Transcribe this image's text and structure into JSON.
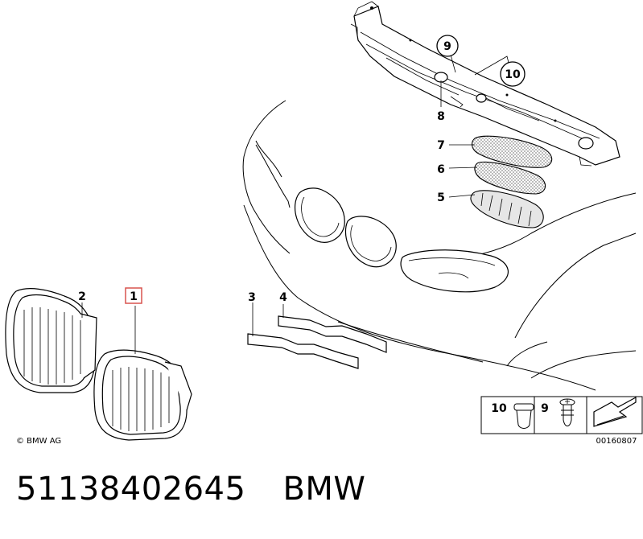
{
  "callouts": {
    "c1": "1",
    "c2": "2",
    "c3": "3",
    "c4": "4",
    "c5": "5",
    "c6": "6",
    "c7": "7",
    "c8": "8",
    "c9": "9",
    "c10": "10"
  },
  "legend": {
    "item10": "10",
    "item9": "9",
    "drawing_number": "00160807"
  },
  "copyright": "© BMW AG",
  "footer": {
    "part_number": "51138402645",
    "brand": "BMW"
  },
  "colors": {
    "highlight": "#d9534f",
    "line": "#000000"
  }
}
